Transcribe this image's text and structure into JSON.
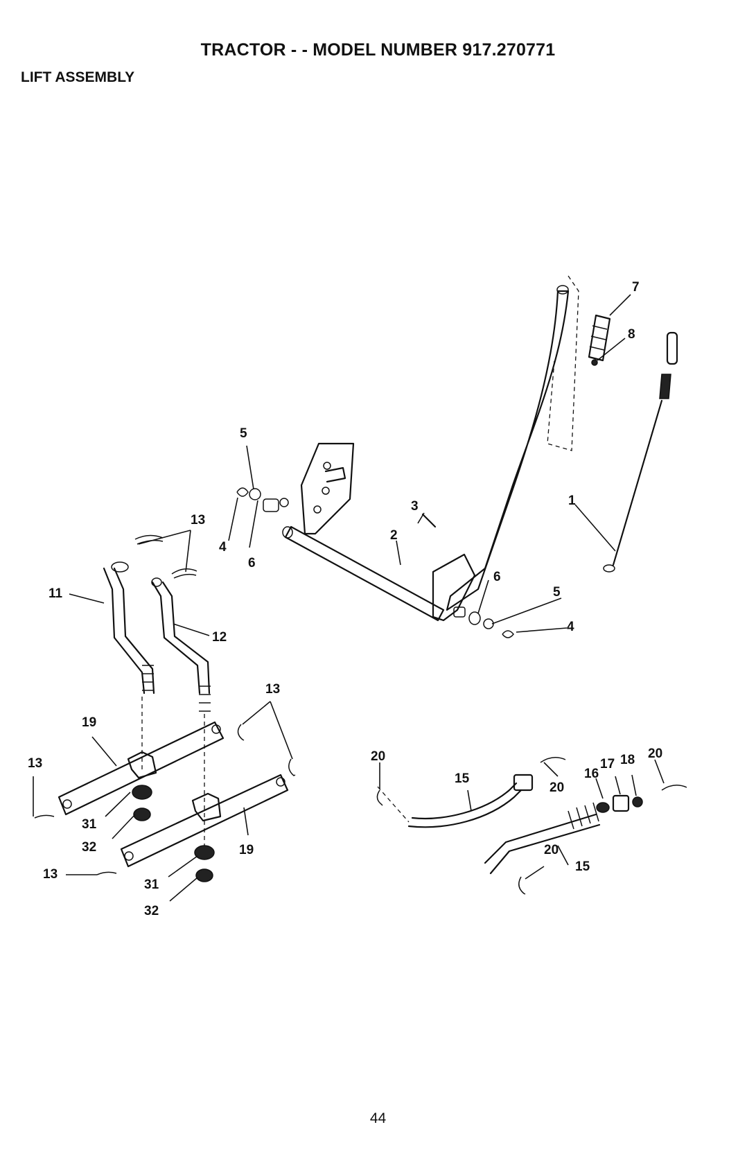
{
  "header": {
    "title": "TRACTOR - - MODEL NUMBER 917.270771",
    "section": "LIFT ASSEMBLY"
  },
  "footer": {
    "page_number": "44"
  },
  "callouts": [
    "1",
    "2",
    "3",
    "4",
    "4",
    "5",
    "5",
    "6",
    "6",
    "7",
    "8",
    "11",
    "12",
    "13",
    "13",
    "13",
    "13",
    "13",
    "15",
    "15",
    "16",
    "17",
    "18",
    "19",
    "19",
    "20",
    "20",
    "20",
    "20",
    "31",
    "31",
    "32",
    "32"
  ]
}
